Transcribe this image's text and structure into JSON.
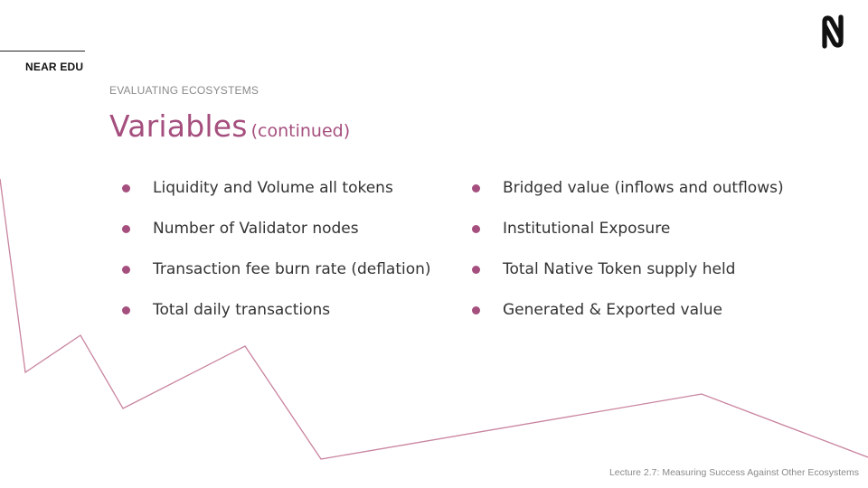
{
  "brand": {
    "label": "NEAR EDU",
    "logo_icon": "near-logo-icon"
  },
  "section_label": "EVALUATING ECOSYSTEMS",
  "title": {
    "main": "Variables",
    "sub": "(continued)"
  },
  "bullets_left": [
    "Liquidity and Volume all tokens",
    "Number of Validator nodes",
    "Transaction fee burn rate (deflation)",
    "Total daily transactions"
  ],
  "bullets_right": [
    "Bridged value (inflows and outflows)",
    "Institutional Exposure",
    "Total Native Token supply held",
    "Generated & Exported value"
  ],
  "footer": "Lecture 2.7: Measuring Success Against Other Ecosystems",
  "colors": {
    "accent": "#a54f7e",
    "decor_line": "#c9849f",
    "text": "#333333",
    "muted": "#8a8a8a"
  }
}
